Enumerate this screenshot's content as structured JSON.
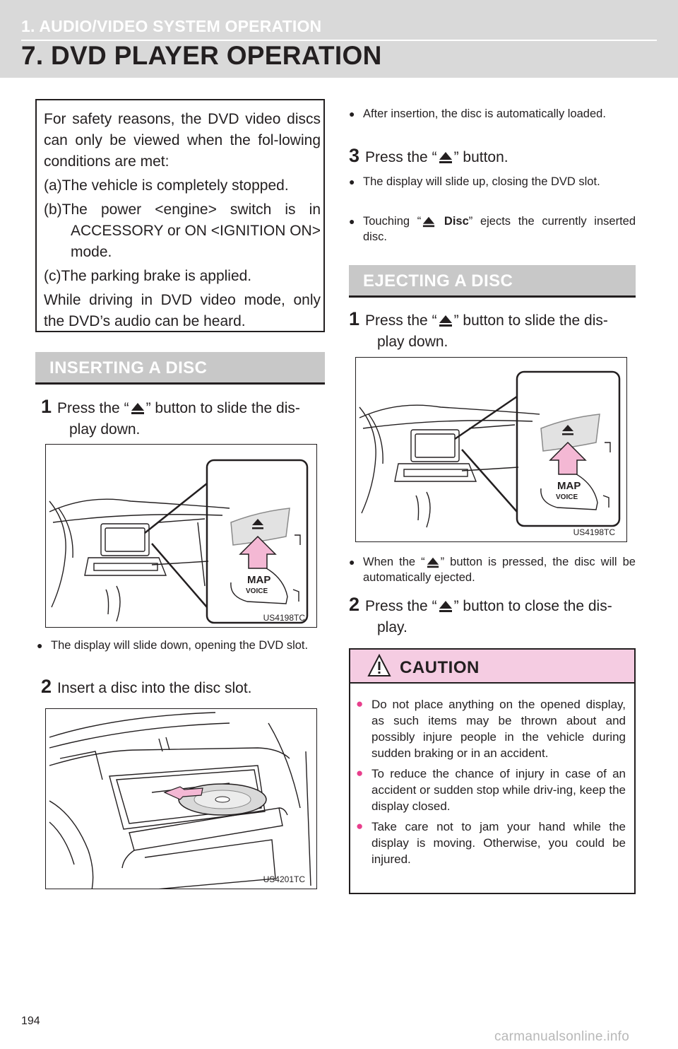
{
  "header": {
    "section": "1. AUDIO/VIDEO SYSTEM OPERATION",
    "title": "7. DVD PLAYER OPERATION"
  },
  "note": {
    "intro": "For safety reasons, the DVD video discs can only be viewed when the fol-lowing conditions are met:",
    "conditions": [
      "(a)The vehicle is completely stopped.",
      "(b)The power <engine> switch is in ACCESSORY or ON <IGNITION ON> mode.",
      "(c)The parking brake is applied."
    ],
    "outro": "While driving in DVD video mode, only the DVD’s audio can be heard."
  },
  "inserting": {
    "heading": "INSERTING A DISC",
    "step1": {
      "num": "1",
      "pre": "Press the “",
      "post": "” button to slide the dis-",
      "cont": "play down."
    },
    "fig1_code": "US4198TC",
    "bullet1": "The display will slide down, opening the DVD slot.",
    "step2": {
      "num": "2",
      "text": "Insert a disc into the disc slot."
    },
    "fig2_code": "US4201TC",
    "bullet2": "After insertion, the disc is automatically loaded.",
    "step3": {
      "num": "3",
      "pre": "Press the “",
      "post": "” button."
    },
    "bullet3": "The display will slide up, closing the DVD slot.",
    "bullet4": {
      "pre": "Touching “",
      "bold": " Disc",
      "post": "” ejects the currently inserted disc."
    }
  },
  "ejecting": {
    "heading": "EJECTING A DISC",
    "step1": {
      "num": "1",
      "pre": "Press the “",
      "post": "” button to slide the dis-",
      "cont": "play down."
    },
    "fig_code": "US4198TC",
    "bullet1": {
      "pre": "When the “",
      "post": "” button is pressed, the disc will be automatically ejected."
    },
    "step2": {
      "num": "2",
      "pre": "Press the “",
      "post": "” button to close the dis-",
      "cont": "play."
    }
  },
  "figure_labels": {
    "map": "MAP",
    "voice": "VOICE"
  },
  "caution": {
    "title": "CAUTION",
    "items": [
      "Do not place anything on the opened display, as such items may be thrown about and possibly injure people in the vehicle during sudden braking or in an accident.",
      "To reduce the chance of injury in case of an accident or sudden stop while driv-ing, keep the display closed.",
      "Take care not to jam your hand while the display is moving. Otherwise, you could be injured."
    ]
  },
  "page_number": "194",
  "watermark": "carmanualsonline.info",
  "colors": {
    "header_band": "#d9d9d9",
    "section_head": "#c8c8c8",
    "caution_head": "#f5cce2",
    "caution_bullet": "#e83e8c",
    "arrow_fill": "#f4b8d4"
  },
  "icons": {
    "eject": "eject-icon",
    "warning": "warning-triangle-icon"
  }
}
